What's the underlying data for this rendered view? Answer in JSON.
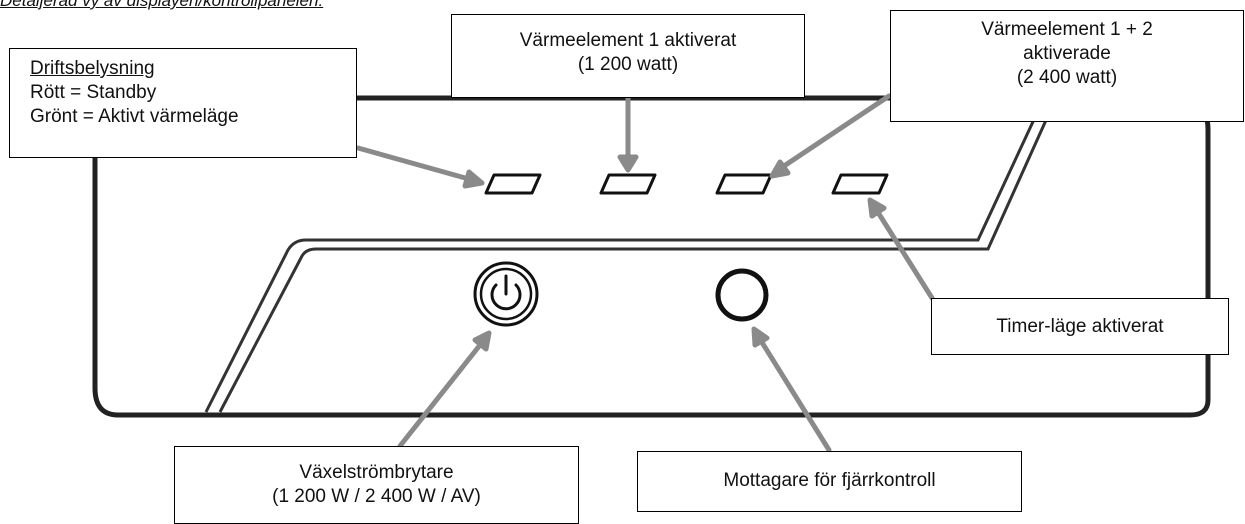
{
  "heading": "Detaljerad vy av displayen/kontrollpanelen:",
  "callouts": {
    "indicator": {
      "title": "Driftsbelysning",
      "line1": "Rött = Standby",
      "line2": "Grönt = Aktivt värmeläge"
    },
    "element1": {
      "line1": "Värmeelement 1 aktiverat",
      "line2": "(1 200 watt)"
    },
    "element12": {
      "line1": "Värmeelement 1 + 2",
      "line2": "aktiverade",
      "line3": "(2 400 watt)"
    },
    "timer": {
      "line1": "Timer-läge aktiverat"
    },
    "switch": {
      "line1": "Växelströmbrytare",
      "line2": "(1 200 W / 2 400 W / AV)"
    },
    "receiver": {
      "line1": "Mottagare för fjärrkontroll"
    }
  },
  "colors": {
    "arrow": "#8a8a8a",
    "outline": "#222222",
    "box_border": "#000000"
  },
  "icons": {
    "power_button": "power-icon",
    "remote_receiver": "circle-sensor-icon"
  }
}
